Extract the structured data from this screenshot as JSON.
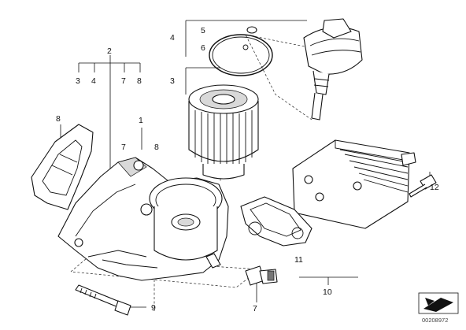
{
  "callouts": {
    "c1": "1",
    "c2": "2",
    "c3_left": "3",
    "c3_top": "3",
    "c4_left": "4",
    "c4_top": "4",
    "c5": "5",
    "c6": "6",
    "c7_top": "7",
    "c7_mid": "7",
    "c7_bottom": "7",
    "c8_top": "8",
    "c8_mid": "8",
    "c8_left": "8",
    "c9": "9",
    "c10": "10",
    "c11": "11",
    "c12": "12"
  },
  "diagram_number": "00208972"
}
